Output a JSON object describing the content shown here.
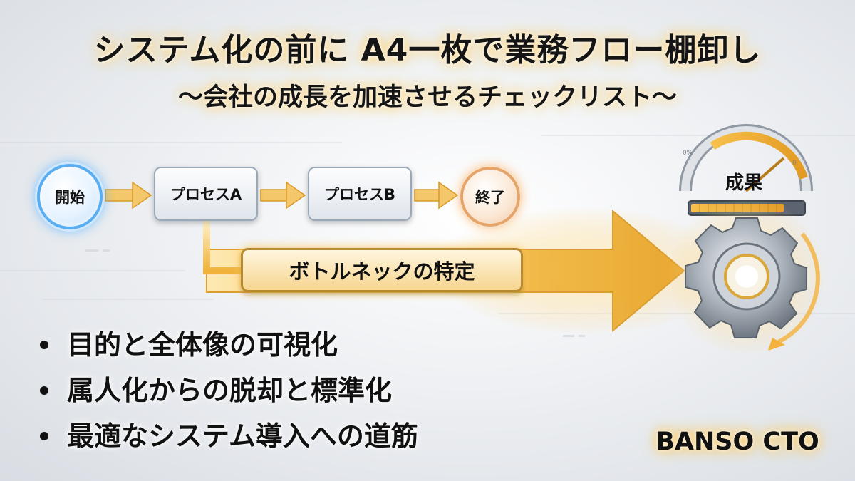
{
  "header": {
    "title": "システム化の前に A4一枚で業務フロー棚卸し",
    "subtitle": "〜会社の成長を加速させるチェックリスト〜"
  },
  "flow": {
    "start": "開始",
    "process_a": "プロセスA",
    "process_b": "プロセスB",
    "end": "終了",
    "bottleneck": "ボトルネックの特定"
  },
  "result": {
    "label": "成果",
    "gauge_left": "0%",
    "gauge_right": "0"
  },
  "bullets": [
    "目的と全体像の可視化",
    "属人化からの脱却と標準化",
    "最適なシステム導入への道筋"
  ],
  "brand": "BANSO CTO",
  "colors": {
    "accent_gold": "#f2b640",
    "accent_blue": "#5aaef0",
    "text": "#111111"
  },
  "icons": [
    "gear-icon",
    "gauge-icon",
    "arrow-icon"
  ]
}
